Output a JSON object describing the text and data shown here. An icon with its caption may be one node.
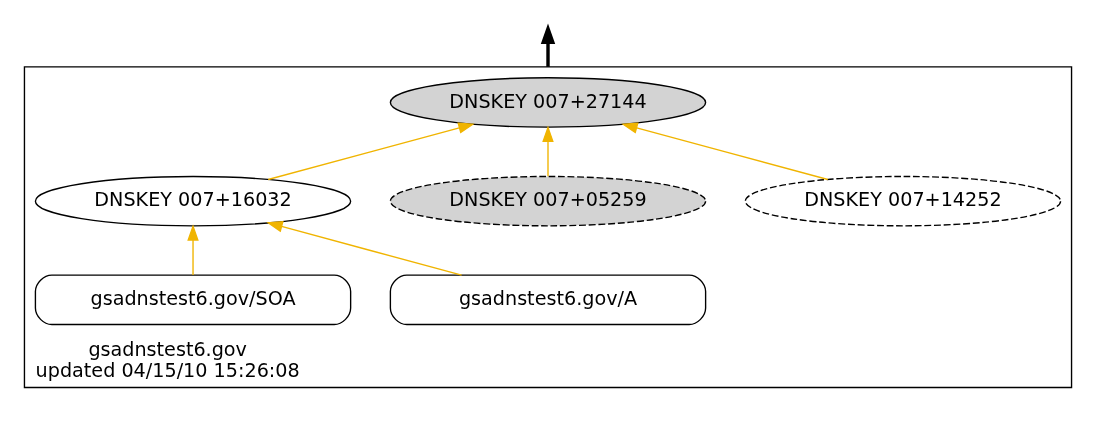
{
  "diagram": {
    "nodes": [
      {
        "text": [
          "gsadnstest6.gov",
          "updated 04/15/10 15:26:08"
        ]
      },
      {
        "text": [
          "DNSKEY 007+27144"
        ],
        "in": 0
      },
      {
        "text": [
          "DNSKEY 007+16032"
        ],
        "in": 0
      },
      {
        "text": [
          "DNSKEY 007+05259"
        ],
        "in": 0
      },
      {
        "text": [
          "DNSKEY 007+14252"
        ],
        "in": 0
      },
      {
        "text": [
          "gsadnstest6.gov/SOA"
        ],
        "in": 0
      },
      {
        "text": [
          "gsadnstest6.gov/A"
        ],
        "in": 0
      }
    ],
    "edges": [
      {
        "from": 0,
        "to": null,
        "arrow": "to",
        "style": "thick",
        "color": "#000000"
      },
      {
        "from": 2,
        "to": 1,
        "arrow": "to"
      },
      {
        "from": 3,
        "to": 1,
        "arrow": "to"
      },
      {
        "from": 4,
        "to": 1,
        "arrow": "to"
      },
      {
        "from": 5,
        "to": 2,
        "arrow": "to"
      },
      {
        "from": 6,
        "to": 2,
        "arrow": "to"
      }
    ]
  }
}
